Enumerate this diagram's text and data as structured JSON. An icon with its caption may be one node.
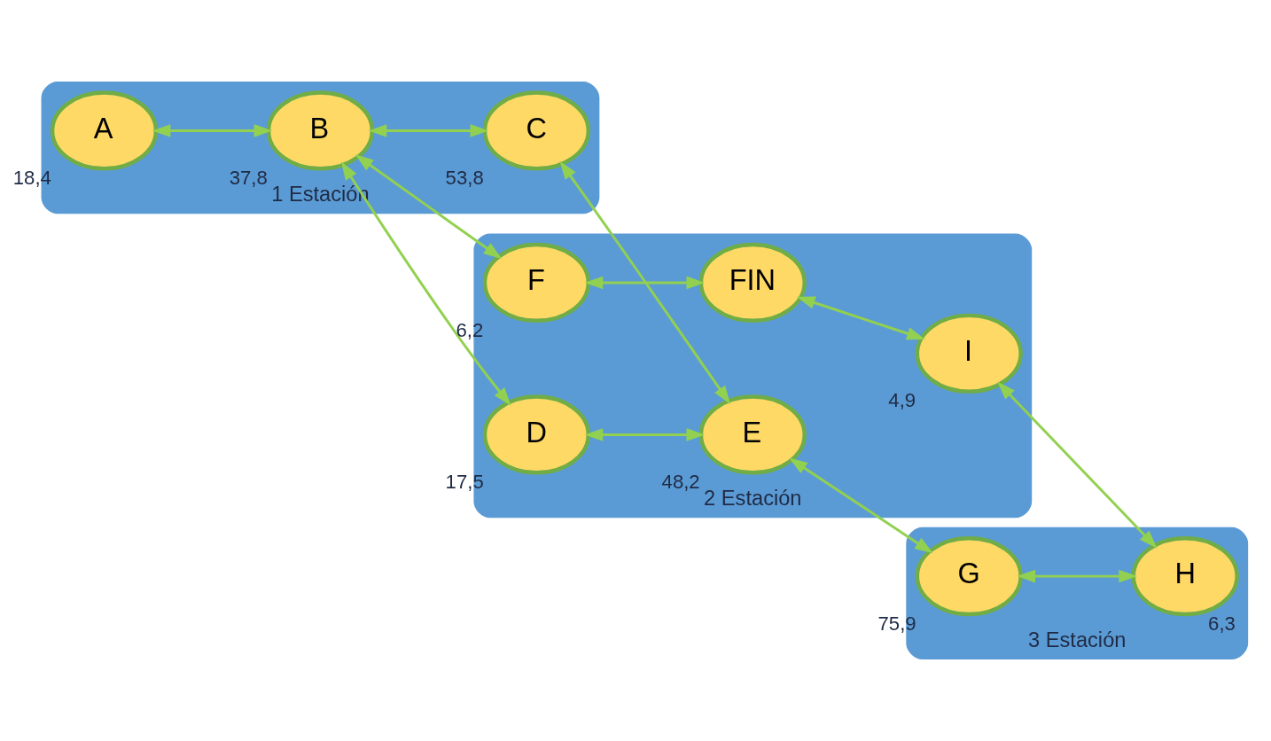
{
  "diagram": {
    "nodes": [
      {
        "text": [
          "1 Estación"
        ]
      },
      {
        "text": [
          "A"
        ],
        "in": 0,
        "beside": [
          "18,4"
        ]
      },
      {
        "text": [
          "B"
        ],
        "in": 0,
        "beside": [
          "37,8"
        ]
      },
      {
        "text": [
          "C"
        ],
        "in": 0,
        "beside": [
          "53,8"
        ]
      },
      {
        "text": [
          "3 Estación"
        ]
      },
      {
        "text": [
          "G"
        ],
        "in": 4,
        "beside": [
          "75,9"
        ]
      },
      {
        "text": [
          "H"
        ],
        "in": 4,
        "beside": [
          "6,3"
        ]
      },
      {
        "text": [
          "2 Estación"
        ]
      },
      {
        "text": [
          "E"
        ],
        "in": 7,
        "beside": [
          "48,2"
        ]
      },
      {
        "text": [
          "D"
        ],
        "in": 7,
        "beside": [
          "17,5"
        ]
      },
      {
        "text": [
          "F"
        ],
        "in": 7,
        "beside": [
          "6,2"
        ]
      },
      {
        "text": [
          "FIN"
        ],
        "in": 7
      },
      {
        "text": [
          "I"
        ],
        "in": 7,
        "beside": [
          "4,9"
        ]
      }
    ],
    "edges": [
      {
        "from": 1,
        "to": 2,
        "arrow": "both"
      },
      {
        "from": 2,
        "to": 3,
        "arrow": "both"
      },
      {
        "from": 3,
        "to": 8,
        "arrow": "both"
      },
      {
        "from": 2,
        "to": 9,
        "arrow": "both"
      },
      {
        "from": 9,
        "to": 8,
        "arrow": "both"
      },
      {
        "from": 2,
        "to": 10,
        "arrow": "both"
      },
      {
        "from": 8,
        "to": 5,
        "arrow": "both"
      },
      {
        "from": 5,
        "to": 6,
        "arrow": "both"
      },
      {
        "from": 6,
        "to": 12,
        "arrow": "both"
      },
      {
        "from": 10,
        "to": 11,
        "arrow": "both"
      },
      {
        "from": 11,
        "to": 12,
        "arrow": "both"
      }
    ]
  }
}
